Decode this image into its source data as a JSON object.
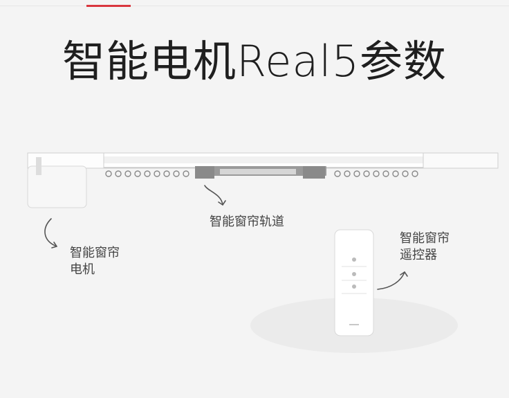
{
  "title": "智能电机Real5参数",
  "labels": {
    "motor_line1": "智能窗帘",
    "motor_line2": "电机",
    "track": "智能窗帘轨道",
    "remote_line1": "智能窗帘",
    "remote_line2": "遥控器"
  },
  "colors": {
    "accent": "#d9363e",
    "background": "#f4f4f4",
    "title_text": "#1f1f1f"
  }
}
